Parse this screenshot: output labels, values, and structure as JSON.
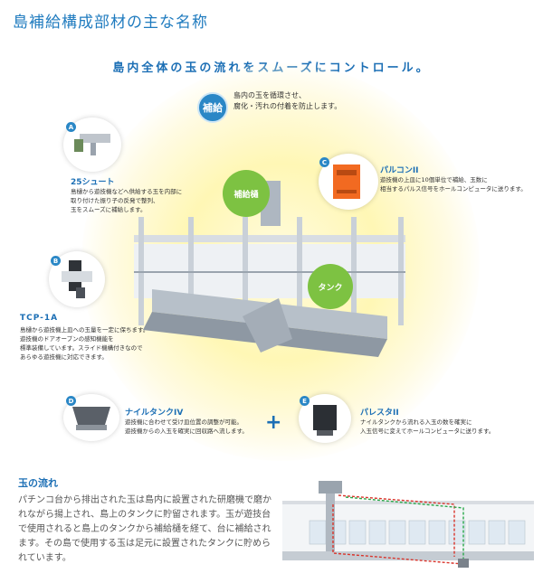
{
  "page_title": "島補給構成部材の主な名称",
  "headline": "島内全体の玉の流れをスムーズにコントロール。",
  "hokyu": {
    "badge": "補給",
    "note_line1": "島内の玉を循環させ、",
    "note_line2": "腐化・汚れの付着を防止します。"
  },
  "bubbles": {
    "supply_gutter": "補給樋",
    "tank": "タンク"
  },
  "parts": [
    {
      "letter": "A",
      "name": "25シュート",
      "desc": [
        "島樋から遊技機などへ供給する玉を内部に",
        "取り付けた振り子の反発で整列、",
        "玉をスムーズに補給します。"
      ]
    },
    {
      "letter": "B",
      "name": "TCP-1A",
      "desc": [
        "島樋から遊技機上皿への玉量を一定に保ちます。",
        "遊技機のドアオープンの感知機能を",
        "標準装備しています。スライド機構付きなので",
        "あらゆる遊技機に対応できます。"
      ]
    },
    {
      "letter": "C",
      "name": "パルコンII",
      "desc": [
        "遊技機の上皿に10個単位で補給、玉数に",
        "相当するパルス信号をホールコンピュータに送ります。"
      ]
    },
    {
      "letter": "D",
      "name": "ナイルタンクIV",
      "desc": [
        "遊技機に合わせて受け皿位置の調整が可能。",
        "遊技機からの入玉を確実に回収路へ流します。"
      ]
    },
    {
      "letter": "E",
      "name": "パレスタII",
      "desc": [
        "ナイルタンクから流れる入玉の数を確実に",
        "入玉信号に変えてホールコンピュータに送ります。"
      ]
    }
  ],
  "plus": "+",
  "flow": {
    "heading": "玉の流れ",
    "text": "パチンコ台から排出された玉は島内に設置された研磨機で磨かれながら揚上され、島上のタンクに貯留されます。玉が遊技台で使用されると島上のタンクから補給樋を経て、台に補給されます。その島で使用する玉は足元に設置されたタンクに貯められています。"
  },
  "colors": {
    "accent": "#1c6fb5",
    "green": "#7dc242",
    "orange": "#f26a21",
    "glow": "#fff7b5"
  }
}
